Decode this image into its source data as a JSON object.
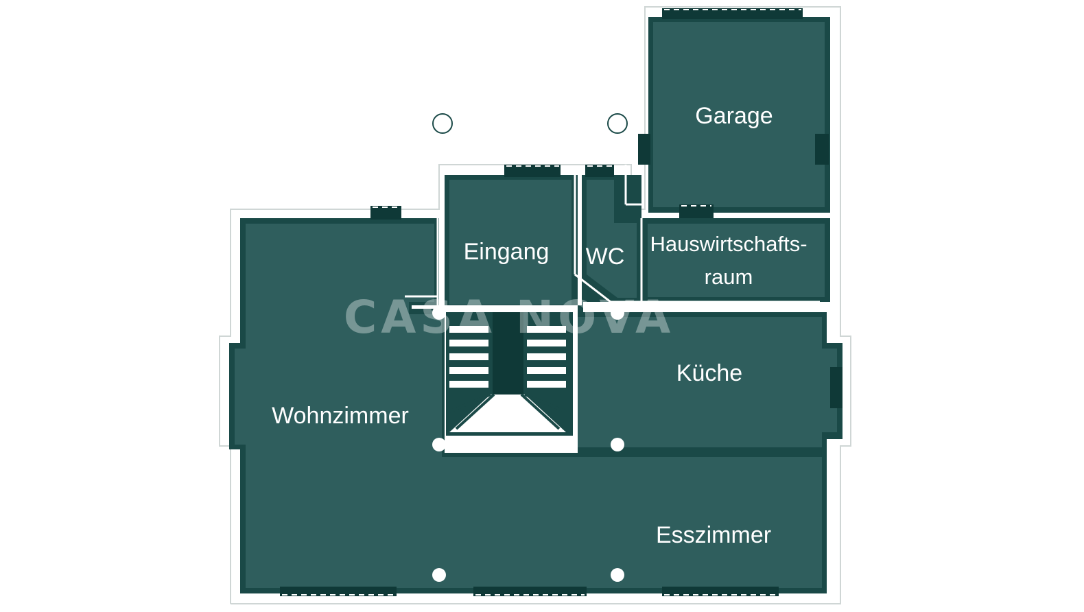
{
  "floor_plan": {
    "rooms": {
      "garage": "Garage",
      "eingang": "Eingang",
      "wc": "WC",
      "hauswirtschaft_line1": "Hauswirtschafts-",
      "hauswirtschaft_line2": "raum",
      "kueche": "Küche",
      "wohnzimmer": "Wohnzimmer",
      "esszimmer": "Esszimmer"
    },
    "watermark": "CASA NOVA"
  },
  "colors": {
    "room_fill": "#2f5e5d",
    "wall_dark": "#123d3b",
    "outline": "#cfd6d5",
    "background": "#ffffff"
  }
}
